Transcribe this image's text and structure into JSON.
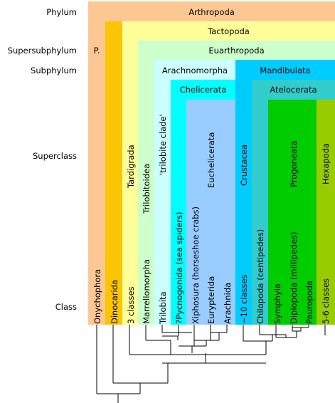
{
  "ranks": {
    "phylum": "Phylum",
    "supersubphylum": "Supersubphylum",
    "subphylum": "Subphylum",
    "superclass": "Superclass",
    "class": "Class"
  },
  "taxa": {
    "arthropoda": "Arthropoda",
    "tactopoda": "Tactopoda",
    "euarthropoda": "Euarthropoda",
    "p_abbrev": "P.",
    "arachnomorpha": "Arachnomorpha",
    "mandibulata": "Mandibulata",
    "chelicerata": "Chelicerata",
    "atelocerata": "Atelocerata",
    "tardigrada": "Tardigrada",
    "trilobitoidea": "Trilobitoidea",
    "trilobite_clade": "'trilobite clade'",
    "euchelicerata": "Euchelicerata",
    "crustacea": "Crustacea",
    "progoneata": "Progoneata",
    "hexapoda": "Hexapoda"
  },
  "classes": [
    "Onychophora",
    "Dinocarida",
    "3 classes",
    "Marrellomorpha",
    "Trilobita",
    "?Pycnogonida (sea spiders)",
    "Xiphosura (horseshoe crabs)",
    "Eurypterida",
    "Arachnida",
    "~10 classes",
    "Chilopoda (centipedes)",
    "Symphyla",
    "Diplopoda (millipedes)",
    "Pauropoda",
    "5-6 classes"
  ],
  "colors": {
    "arthropoda": "#fcc792",
    "dinocarida": "#fbc503",
    "tactopoda": "#ffff99",
    "euarthropoda": "#ccffcc",
    "arachnomorpha": "#ccffff",
    "chelicerata": "#00ffff",
    "euchelicerata": "#99ccff",
    "mandibulata": "#00ccff",
    "atelocerata": "#33cccc",
    "progoneata": "#00cc00",
    "hexapoda": "#99cc00",
    "tree_line": "#000000"
  }
}
